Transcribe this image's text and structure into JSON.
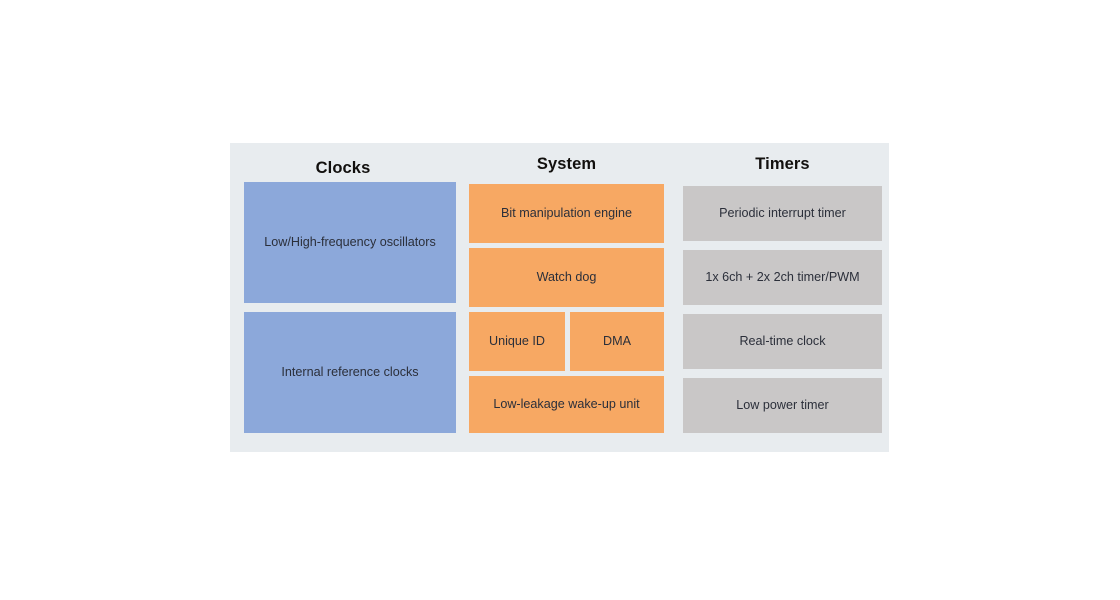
{
  "diagram": {
    "type": "block-diagram",
    "background_color": "#e8ecef",
    "columns": [
      {
        "id": "clocks",
        "title": "Clocks",
        "block_color": "#8ca8da",
        "blocks": [
          {
            "label": "Low/High-frequency oscillators"
          },
          {
            "label": "Internal reference clocks"
          }
        ]
      },
      {
        "id": "system",
        "title": "System",
        "block_color": "#f7a863",
        "blocks": [
          {
            "label": "Bit manipulation engine"
          },
          {
            "label": "Watch dog"
          },
          {
            "label": "Unique ID"
          },
          {
            "label": "DMA"
          },
          {
            "label": "Low-leakage wake-up unit"
          }
        ]
      },
      {
        "id": "timers",
        "title": "Timers",
        "block_color": "#c9c7c7",
        "blocks": [
          {
            "label": "Periodic interrupt timer"
          },
          {
            "label": "1x 6ch + 2x 2ch timer/PWM"
          },
          {
            "label": "Real-time clock"
          },
          {
            "label": "Low power timer"
          }
        ]
      }
    ]
  }
}
